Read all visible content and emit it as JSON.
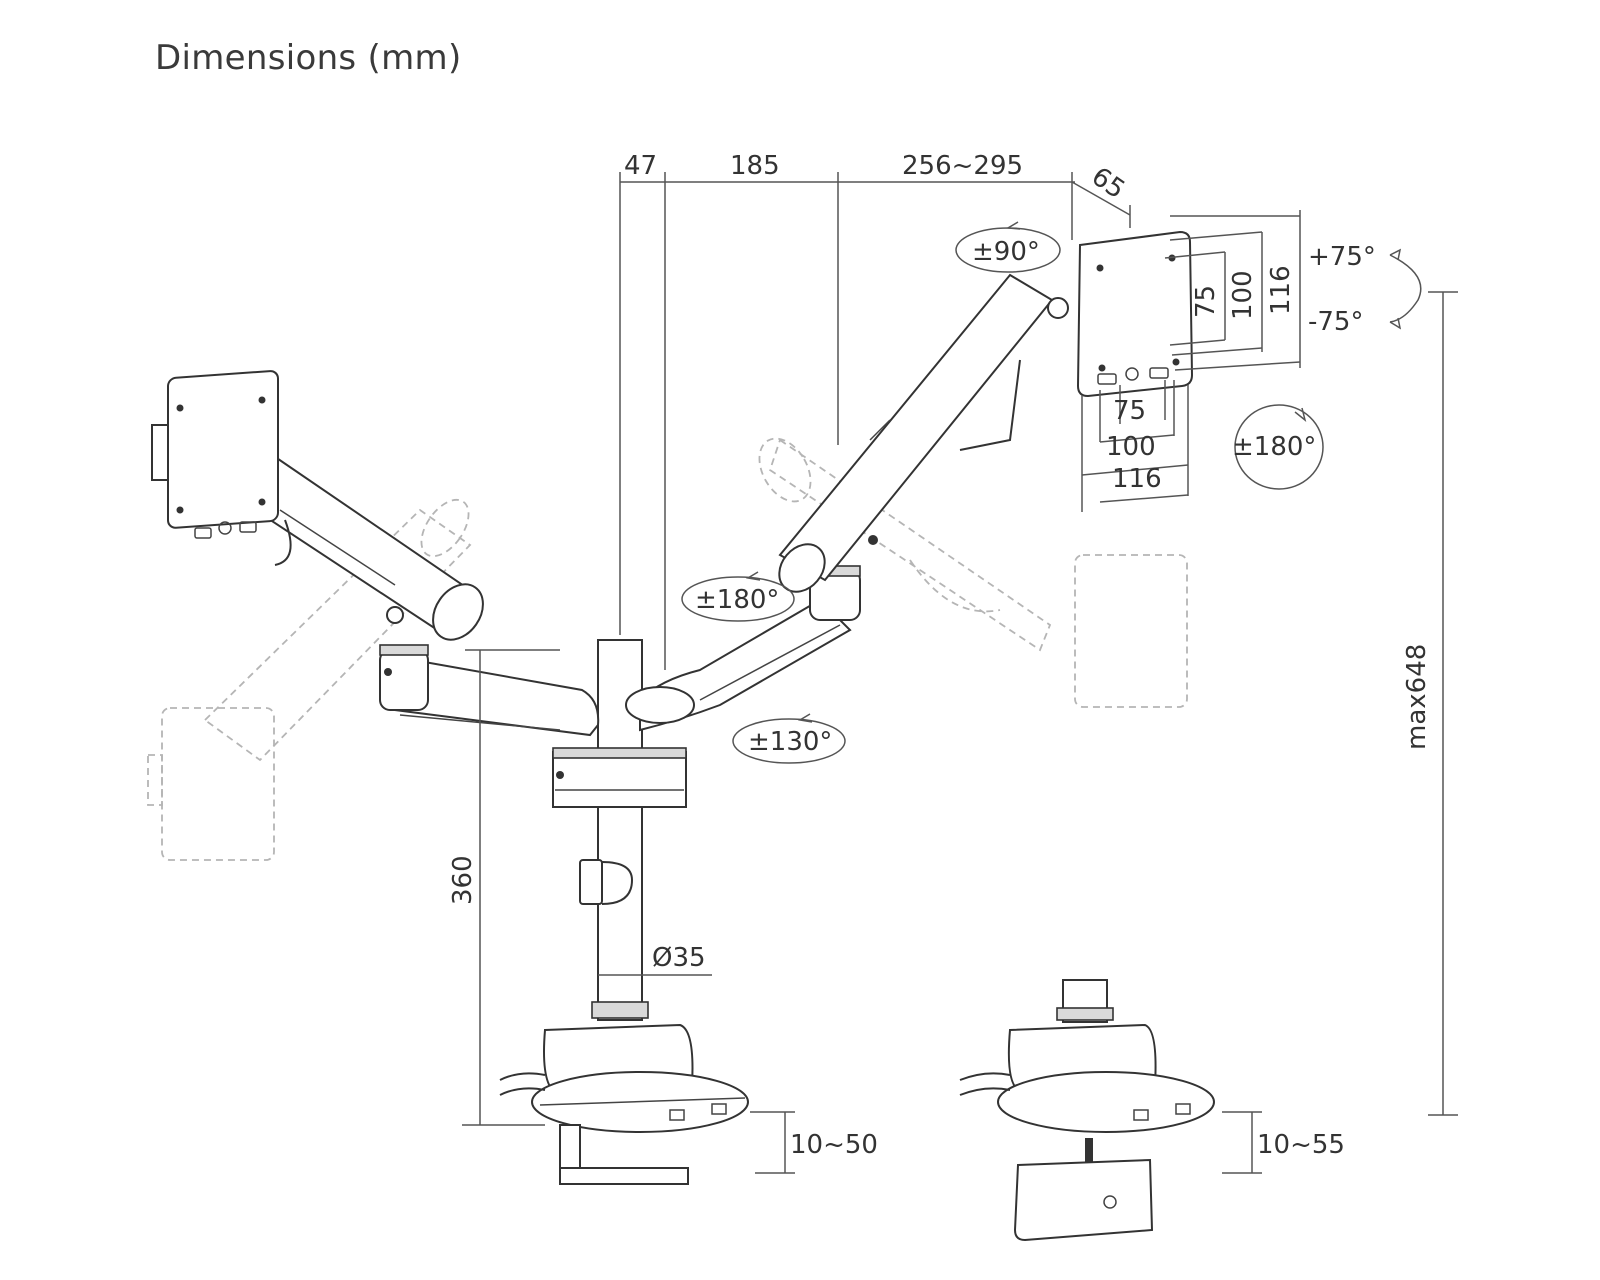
{
  "title": "Dimensions (mm)",
  "labels": {
    "d47": "47",
    "d185": "185",
    "d256": "256~295",
    "d65": "65",
    "rot90": "±90°",
    "tilt_up": "+75°",
    "tilt_down": "-75°",
    "vesa_v75": "75",
    "vesa_v100": "100",
    "vesa_v116": "116",
    "vesa_h75": "75",
    "vesa_h100": "100",
    "vesa_h116": "116",
    "rot180_right": "±180°",
    "rot180_mid": "±180°",
    "rot130": "±130°",
    "height360": "360",
    "pole_dia": "Ø35",
    "clamp1": "10~50",
    "clamp2": "10~55",
    "max_height": "max648"
  }
}
